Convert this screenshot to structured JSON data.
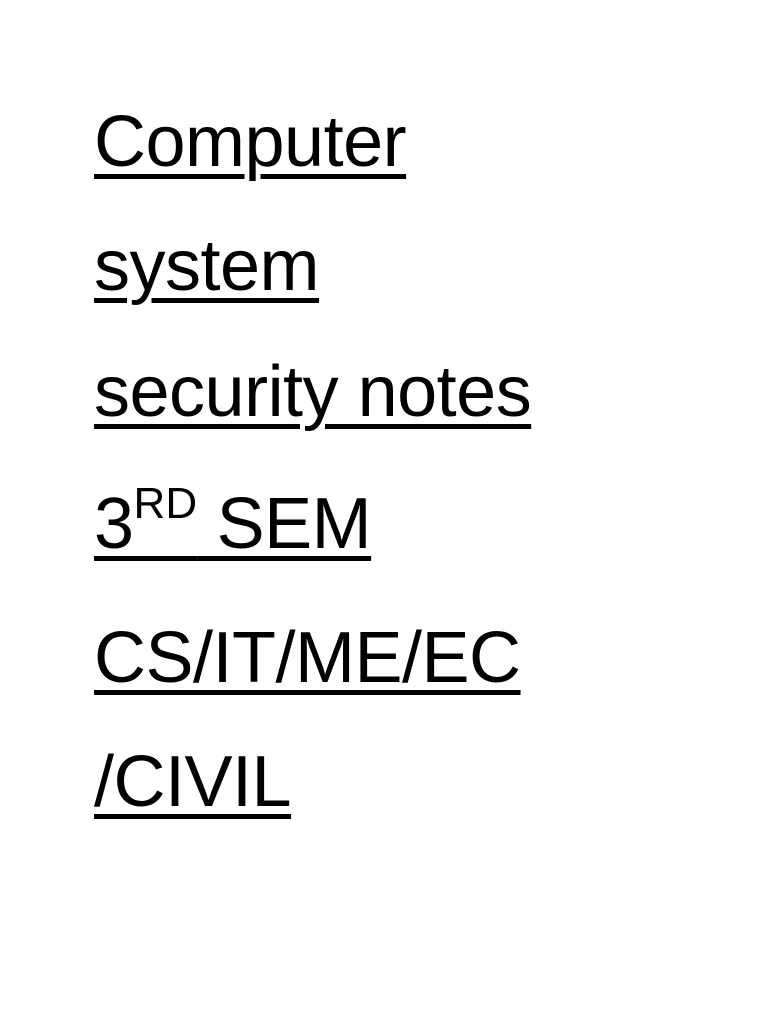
{
  "document": {
    "title_line_1": "Computer",
    "title_line_2": "system",
    "title_line_3": "security notes",
    "semester": {
      "number": "3",
      "ordinal_suffix": "RD",
      "label": " SEM"
    },
    "branches_line_1": "CS/IT/ME/EC",
    "branches_line_2": "/CIVIL"
  },
  "colors": {
    "background": "#ffffff",
    "text": "#000000"
  }
}
